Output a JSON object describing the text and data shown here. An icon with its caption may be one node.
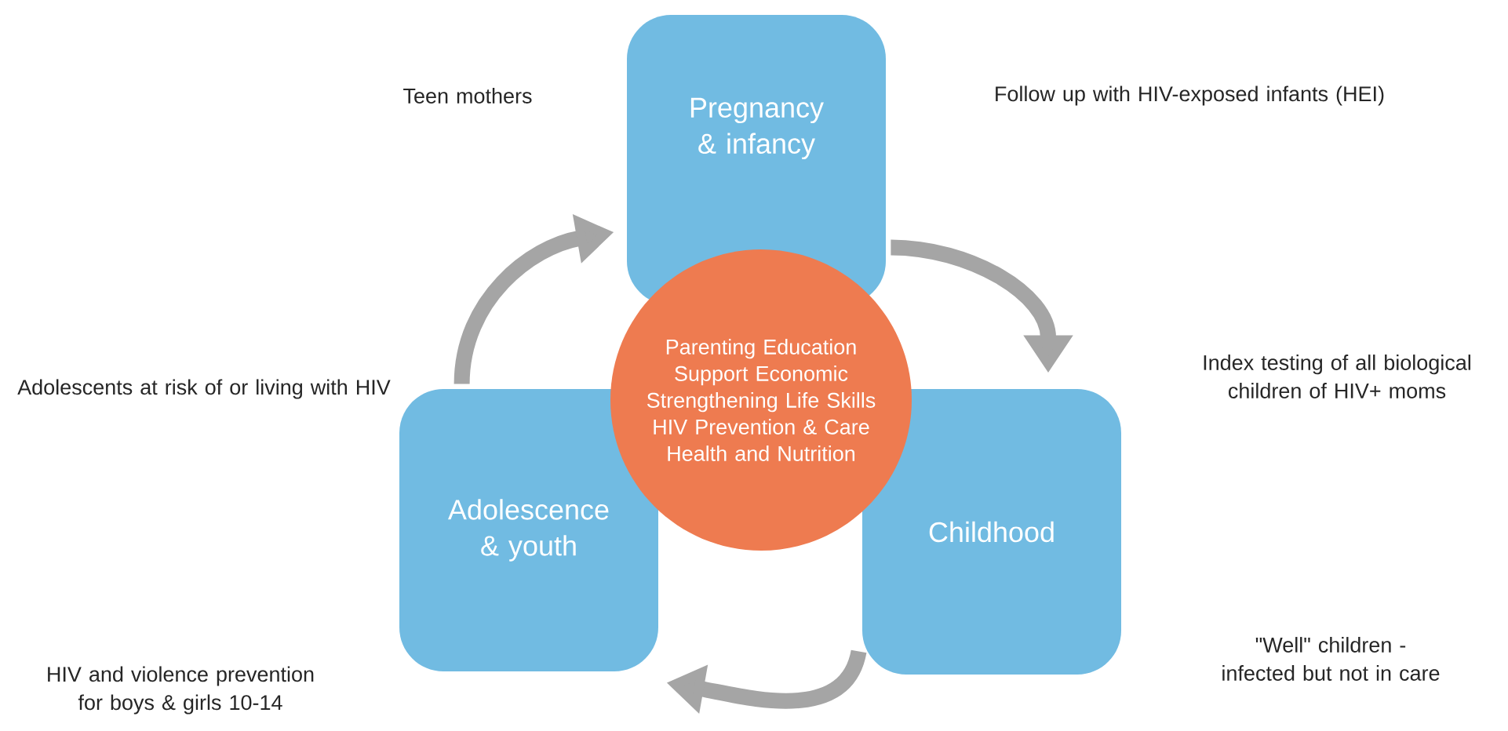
{
  "diagram": {
    "nodes": [
      {
        "text": [
          "Pregnancy & infancy"
        ]
      },
      {
        "text": [
          "Childhood"
        ]
      },
      {
        "text": [
          "Adolescence & youth"
        ]
      },
      {
        "text": [
          "Parenting Education Support Economic Strengthening Life Skills HIV Prevention & Care Health and Nutrition"
        ]
      }
    ],
    "edges": [
      {
        "from": 0,
        "to": 1,
        "arrow": "to"
      },
      {
        "from": 1,
        "to": 2,
        "arrow": "to"
      },
      {
        "from": 2,
        "to": 0,
        "arrow": "to"
      }
    ],
    "labels": [
      "Teen mothers",
      "Follow up with HIV-exposed infants (HEI)",
      "Adolescents at risk of or living with HIV",
      "Index testing of all biological children of HIV+ moms",
      "HIV and violence prevention for boys & girls 10-14",
      "\"Well\" children - infected but not in care"
    ]
  }
}
